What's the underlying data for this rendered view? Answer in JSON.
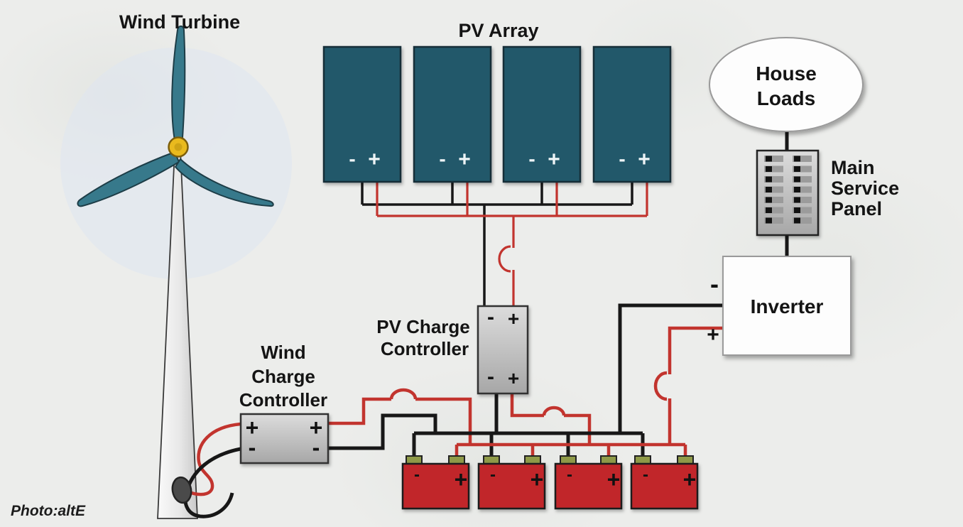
{
  "colors": {
    "background": "#ecedeb",
    "wire_red": "#c2342e",
    "wire_black": "#171717",
    "panel_teal": "#21596b",
    "blade_teal": "#37798b",
    "hub_yellow": "#e9ba1e",
    "battery_red": "#c1272a",
    "terminal_olive": "#8f9a48",
    "sky_circle": "#dfe6f0"
  },
  "labels": {
    "wind_turbine": "Wind Turbine",
    "pv_array": "PV Array",
    "photo_credit": "Photo:altE"
  },
  "house_loads": {
    "line1": "House",
    "line2": "Loads"
  },
  "main_service_panel": {
    "line1": "Main",
    "line2": "Service",
    "line3": "Panel"
  },
  "inverter": {
    "label": "Inverter",
    "minus": "-",
    "plus": "+"
  },
  "pv_charge_controller": {
    "label_line1": "PV Charge",
    "label_line2": "Controller",
    "top": {
      "minus": "-",
      "plus": "+"
    },
    "bottom": {
      "minus": "-",
      "plus": "+"
    }
  },
  "wind_charge_controller": {
    "label_line1": "Wind",
    "label_line2": "Charge",
    "label_line3": "Controller",
    "top": {
      "left": "+",
      "right": "+"
    },
    "bottom": {
      "left": "-",
      "right": "-"
    }
  },
  "pv_panels": [
    {
      "minus": "-",
      "plus": "+"
    },
    {
      "minus": "-",
      "plus": "+"
    },
    {
      "minus": "-",
      "plus": "+"
    },
    {
      "minus": "-",
      "plus": "+"
    }
  ],
  "batteries": [
    {
      "minus": "-",
      "plus": "+"
    },
    {
      "minus": "-",
      "plus": "+"
    },
    {
      "minus": "-",
      "plus": "+"
    },
    {
      "minus": "-",
      "plus": "+"
    }
  ]
}
